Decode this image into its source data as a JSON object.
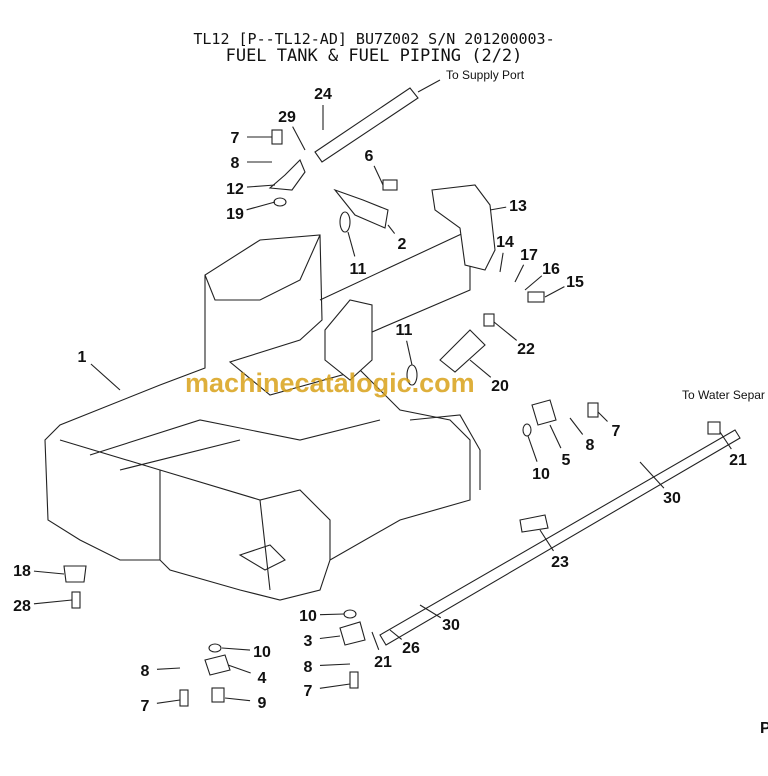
{
  "header": {
    "model_line": "TL12 [P--TL12-AD] BU7Z002 S/N 201200003-",
    "title": "FUEL TANK & FUEL PIPING (2/2)"
  },
  "notes": {
    "supply": "To Supply Port",
    "water": "To Water Separ"
  },
  "callouts": [
    "24",
    "29",
    "7",
    "8",
    "6",
    "12",
    "19",
    "13",
    "2",
    "11",
    "14",
    "17",
    "16",
    "15",
    "22",
    "11",
    "20",
    "1",
    "7",
    "8",
    "5",
    "10",
    "21",
    "30",
    "23",
    "18",
    "28",
    "10",
    "3",
    "21",
    "26",
    "30",
    "10",
    "4",
    "8",
    "7",
    "9",
    "8",
    "7"
  ],
  "page_marker": "P",
  "watermark": "machinecatalogic.com"
}
